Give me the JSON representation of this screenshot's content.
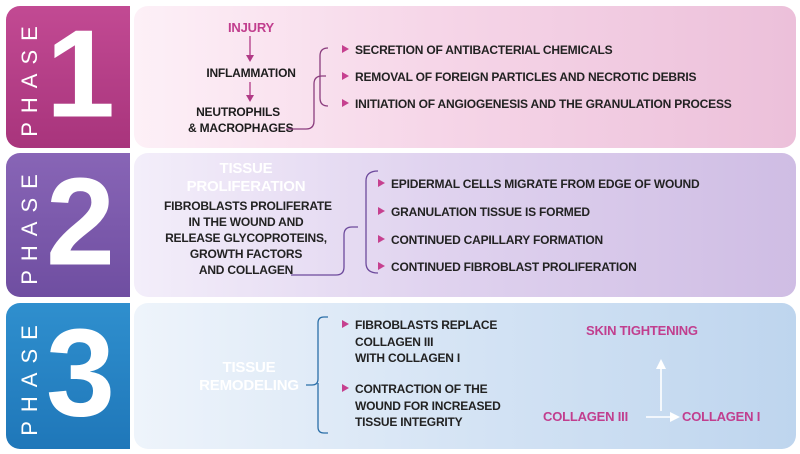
{
  "phase_word": "PHASE",
  "phase1": {
    "number": "1",
    "flow": [
      "INJURY",
      "INFLAMMATION",
      "NEUTROPHILS",
      "& MACROPHAGES"
    ],
    "bullets": [
      "SECRETION OF ANTIBACTERIAL CHEMICALS",
      "REMOVAL OF FOREIGN PARTICLES AND NECROTIC DEBRIS",
      "INITIATION OF ANGIOGENESIS AND THE GRANULATION PROCESS"
    ]
  },
  "phase2": {
    "number": "2",
    "title": [
      "TISSUE",
      "PROLIFERATION"
    ],
    "desc": [
      "FIBROBLASTS PROLIFERATE",
      "IN THE WOUND AND",
      "RELEASE GLYCOPROTEINS,",
      "GROWTH FACTORS",
      "AND COLLAGEN"
    ],
    "bullets": [
      "EPIDERMAL CELLS MIGRATE FROM EDGE OF WOUND",
      "GRANULATION TISSUE IS FORMED",
      "CONTINUED CAPILLARY FORMATION",
      "CONTINUED FIBROBLAST PROLIFERATION"
    ]
  },
  "phase3": {
    "number": "3",
    "title": [
      "TISSUE",
      "REMODELING"
    ],
    "bullet1": [
      "FIBROBLASTS REPLACE",
      "COLLAGEN III",
      "WITH COLLAGEN I"
    ],
    "bullet2": [
      "CONTRACTION OF THE",
      "WOUND FOR INCREASED",
      "TISSUE INTEGRITY"
    ],
    "skin_tightening": "SKIN TIGHTENING",
    "collagen3": "COLLAGEN III",
    "collagen1": "COLLAGEN I"
  },
  "colors": {
    "phase1_accent": "#b13a86",
    "phase2_accent": "#7a58aa",
    "phase3_accent": "#2585c6",
    "highlight_pink": "#c13e8e"
  }
}
